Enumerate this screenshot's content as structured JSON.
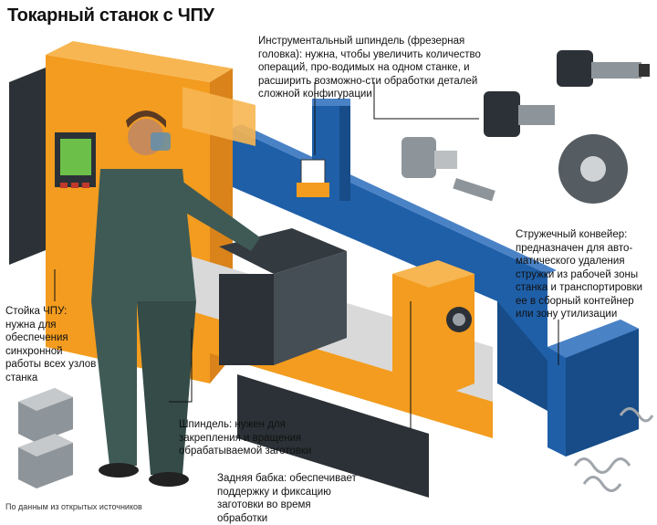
{
  "title": "Токарный станок с ЧПУ",
  "annotations": {
    "tool_spindle": "Инструментальный шпиндель (фрезерная головка): нужна, чтобы увеличить количество операций, про-водимых на одном станке, и расширить возможно-сти обработки деталей сложной конфигурации",
    "chip_conveyor": "Стружечный конвейер: предназначен для авто-матического удаления стружки из рабочей зоны станка и транспортировки ее в сборный контейнер или зону утилизации",
    "cnc_rack": "Стойка ЧПУ: нужна для обеспечения синхронной работы всех узлов станка",
    "spindle": "Шпиндель: нужен для закрепления и вращения обрабатываемой заготовки",
    "tailstock": "Задняя бабка: обеспечивает поддержку и фиксацию заготовки во время обработки"
  },
  "source": "По данным из открытых источников",
  "colors": {
    "machine_orange": "#f39c1f",
    "conveyor_blue": "#1f5fa8",
    "dark_body": "#333a40",
    "worker_green": "#3f5a55",
    "screen_green": "#6cc04a"
  }
}
